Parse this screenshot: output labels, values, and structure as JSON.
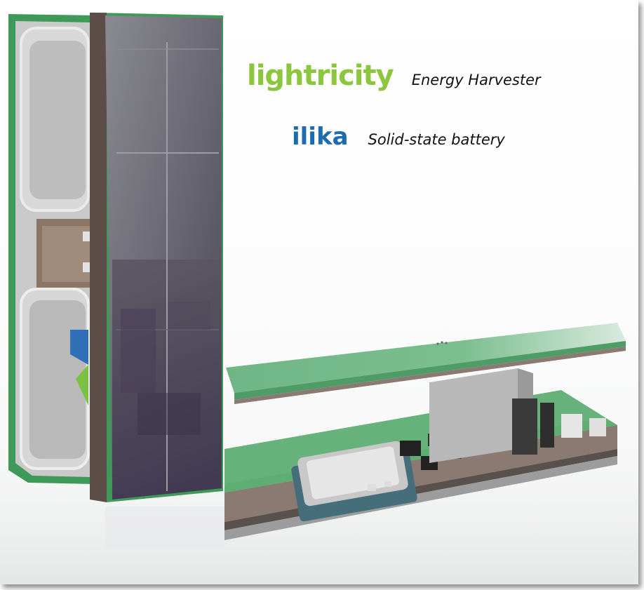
{
  "brands": [
    {
      "logo": "lightricity",
      "caption": "Energy Harvester",
      "color": "#8cc63f"
    },
    {
      "logo": "ilika",
      "caption": "Solid-state battery",
      "color": "#1f6bb0"
    }
  ],
  "colors": {
    "pcb_green": "#5fae74",
    "solar_glass": "#6e6e78"
  },
  "icons": [
    "device-render",
    "logo-mark"
  ]
}
